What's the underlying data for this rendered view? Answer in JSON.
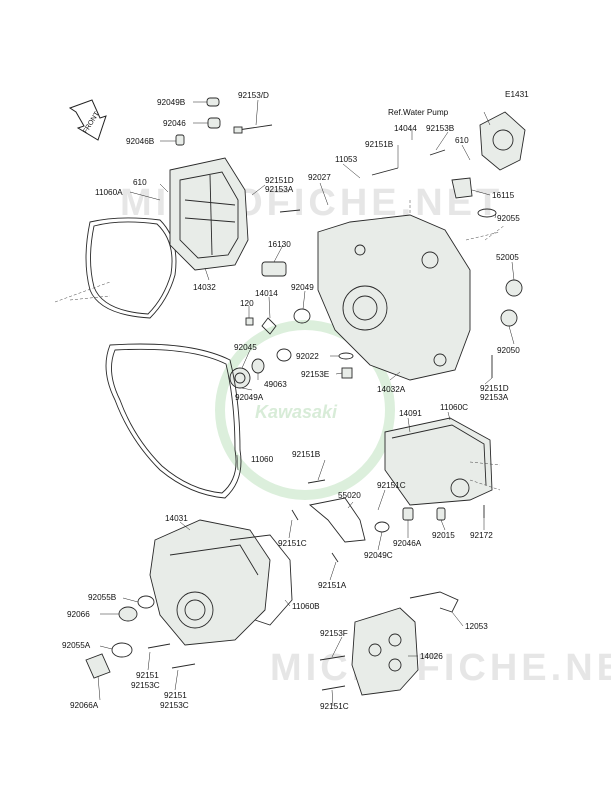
{
  "diagram_code": "E1431",
  "front_arrow_label": "FRONT",
  "ref_note": "Ref.Water Pump",
  "watermark_text": "MICROFICHE.NET",
  "logo_text": "Kawasaki",
  "colors": {
    "label": "#111111",
    "line": "#2a2a2a",
    "watermark": "#e6e6e6",
    "logo": "#d8ecd8"
  },
  "labels": [
    "92049B",
    "92153/D",
    "92046",
    "92046B",
    "11060A",
    "610",
    "92151D",
    "92153A",
    "92027",
    "11053",
    "92151B",
    "14044",
    "92153B",
    "610",
    "16115",
    "92055",
    "16130",
    "14032",
    "14014",
    "92049",
    "120",
    "52005",
    "92045",
    "92022",
    "49063",
    "92153E",
    "92049A",
    "14032A",
    "92050",
    "92151D",
    "92153A",
    "11060",
    "14091",
    "11060C",
    "92151B",
    "92151C",
    "55020",
    "92151C",
    "92049C",
    "92046A",
    "92015",
    "92172",
    "14031",
    "92151A",
    "92055B",
    "11060B",
    "92066",
    "92055A",
    "92151",
    "92153C",
    "92153F",
    "12053",
    "92151",
    "92153C",
    "14026",
    "92066A",
    "92151C"
  ]
}
